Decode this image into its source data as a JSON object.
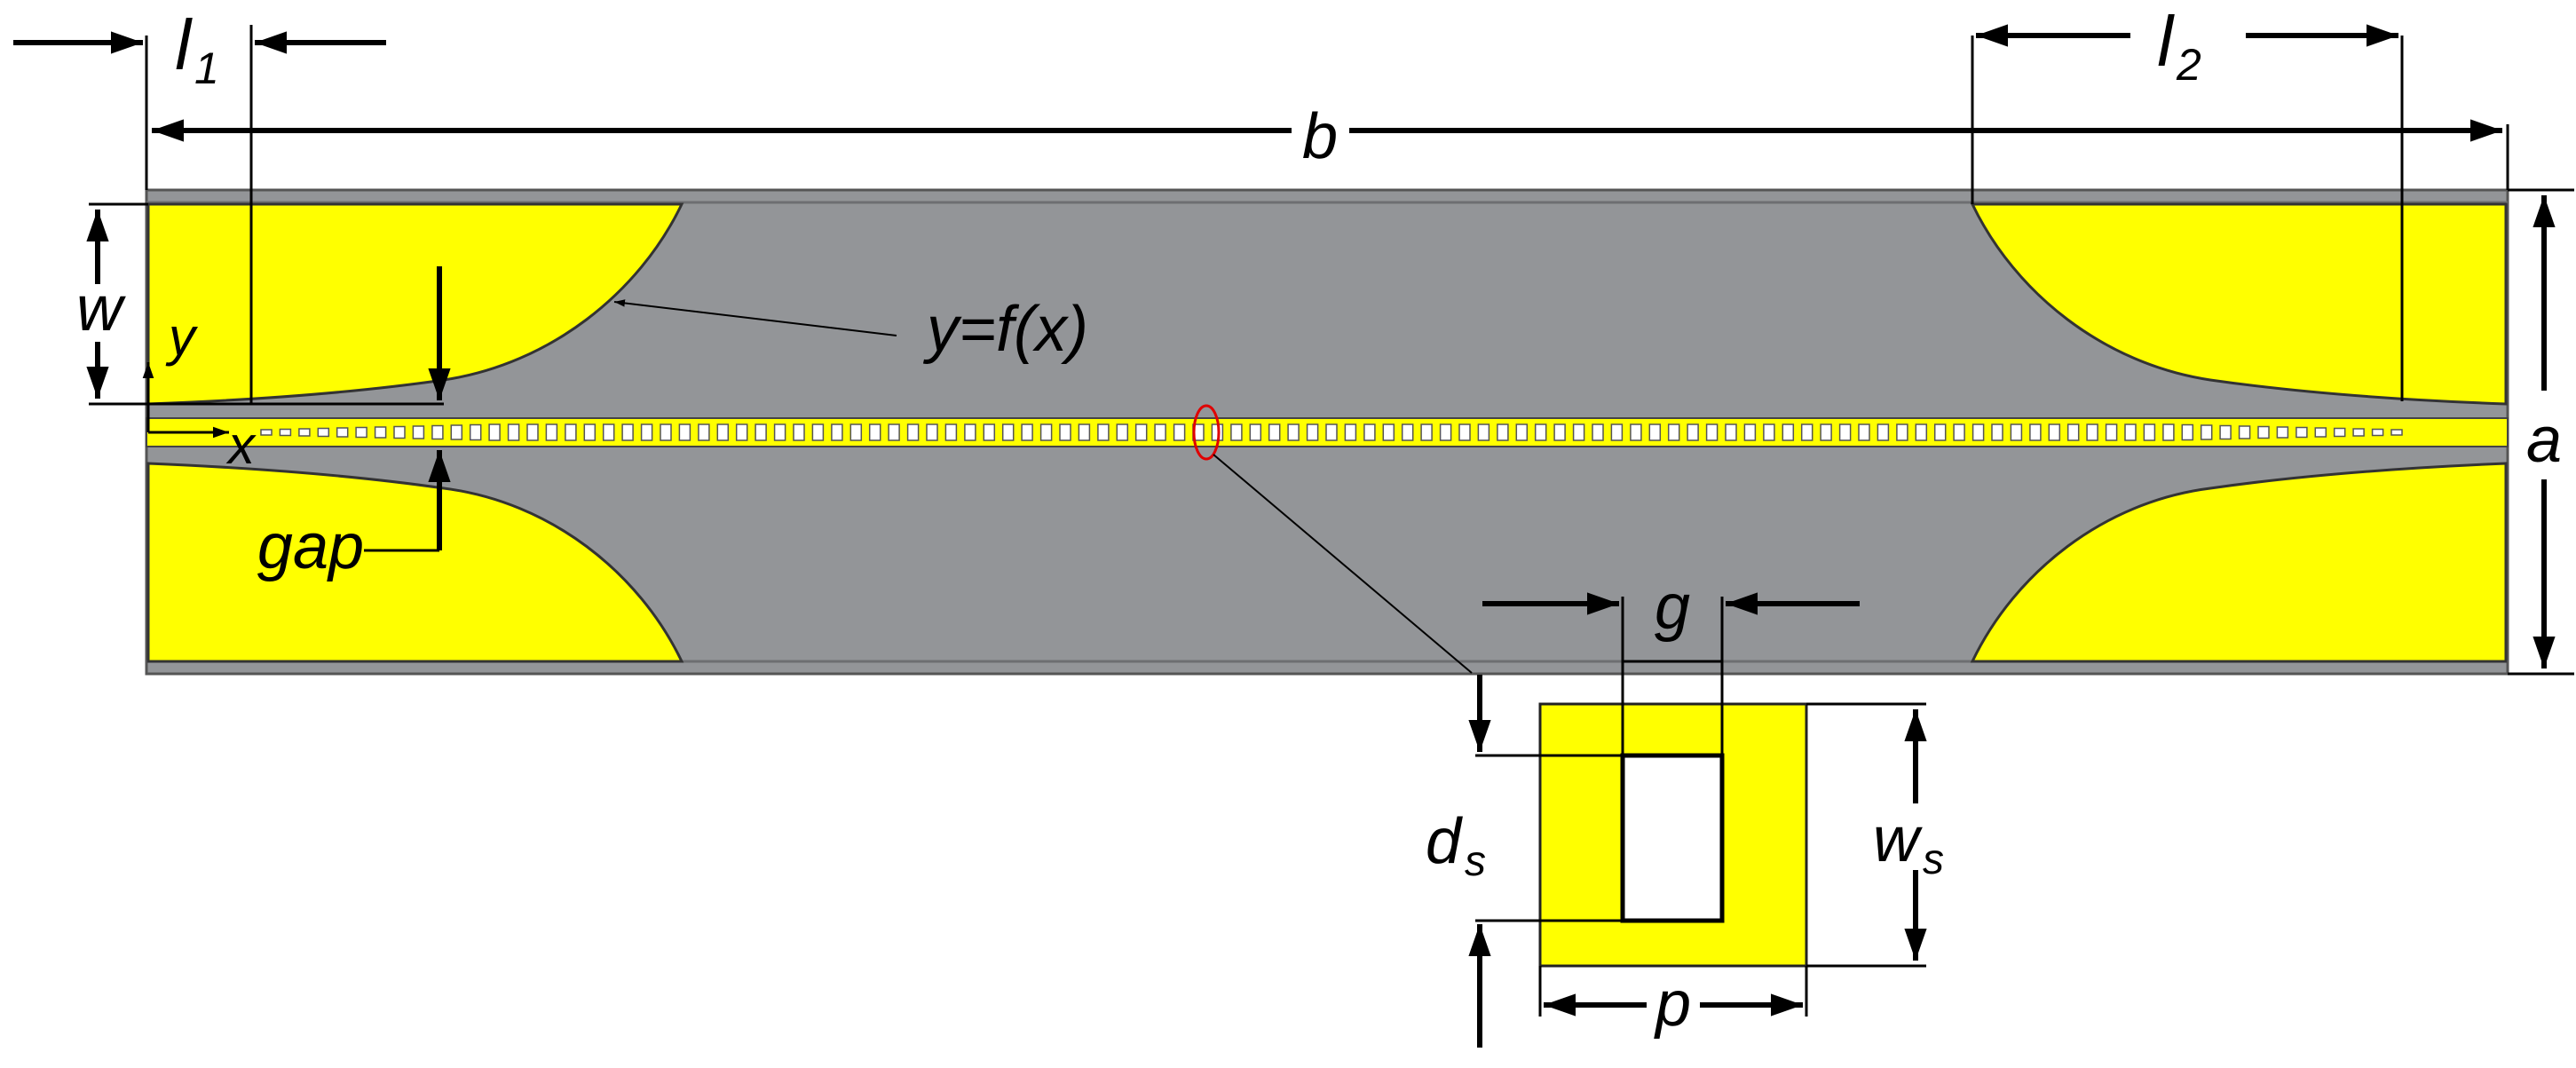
{
  "colors": {
    "substrate": "#939598",
    "metal": "#ffff00",
    "dimension_lines": "#000000",
    "highlight": "#e00000",
    "background": "#ffffff"
  },
  "labels": {
    "l1_main": "l",
    "l1_sub": "1",
    "l2_main": "l",
    "l2_sub": "2",
    "b": "b",
    "a": "a",
    "w": "w",
    "y_axis": "y",
    "x_axis": "x",
    "curve_eq": "y=f(x)",
    "gap": "gap",
    "g": "g",
    "ds_main": "d",
    "ds_sub": "s",
    "ws_main": "w",
    "ws_sub": "s",
    "p": "p"
  },
  "structure": {
    "slot_count": 113
  }
}
